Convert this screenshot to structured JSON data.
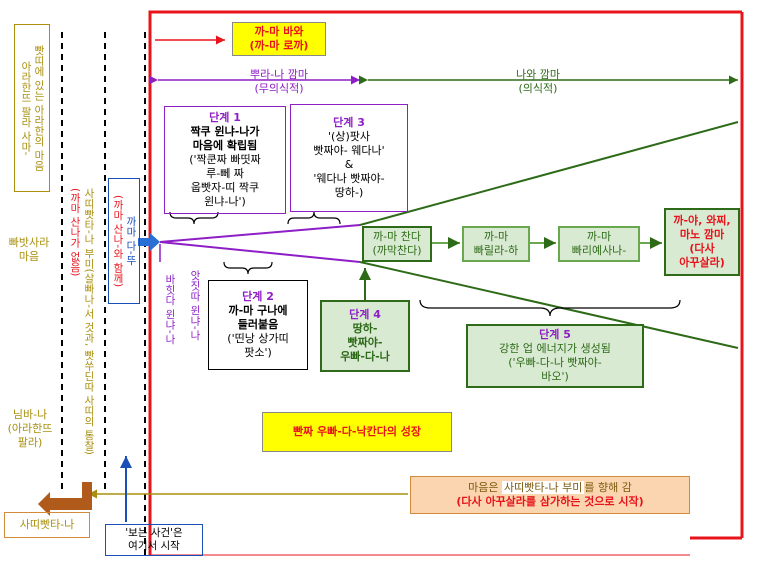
{
  "left_region": {
    "top_vertical": [
      "아라한뜨 팔라 사마-",
      "빳띠에 있는 아라한의 마음"
    ],
    "middle_label": "빠밧사라\n마음",
    "bottom_label": "님바-나\n(아라한뜨\n팔라)",
    "sati_vertical_main": "사띠빳타-나 부미(살빠나-서 것과, 빳쑤딘따 사띠의 통찰)",
    "sati_vertical_sub": "(까마 산나가 없음)",
    "kamma_dukkha_vertical": "까마 다-뚜",
    "kamma_dukkha_sub": "(까마 산나-와 함께)",
    "satipatthana_box": "사띠빳타-나",
    "seeing_box": "'보는 사건'은\n여기서 시작"
  },
  "top": {
    "kama_box": "까-마 바와\n(까-마 로까)",
    "puranakamma": "뿌라-나 깜마\n(무의식적)",
    "nawakamma": "나와 깜마\n(의식적)"
  },
  "stages": {
    "stage1_title": "단계 1",
    "stage1_body": "짝쿠 윈냐-나가\n마음에 확립됨",
    "stage1_note": "('짝쿤짜 빠띳짜\n루-뻬 짜\n웁빳자-띠 짝쿠\n윈냐-나')",
    "stage2_title": "단계 2",
    "stage2_body": "까-마 구나에\n들러붙음",
    "stage2_note": "('띤낭 상가띠\n팟소')",
    "stage3_title": "단계 3",
    "stage3_body": "'(상)팟사\n빳짜야- 웨다나'\n&\n'웨다나 빳짜야-\n땅하-)",
    "stage4_title": "단계 4",
    "stage4_body": "땅하-\n빳짜야-\n우빠-다-나",
    "stage5_title": "단계 5",
    "stage5_body": "강한 업 에너지가 생성됨\n('우빠-다-나 빳짜야-\n바오')"
  },
  "flow": {
    "kama_chanda": "까-마 찬다\n(까막찬다)",
    "kama_ragi": "까-마\n빠릴라-하",
    "kama_parilaha": "까-마\n빠리예사나-",
    "result": "까-야, 와찌,\n마노 깜마\n(다사\n아꾸살라)"
  },
  "vertical_small": {
    "v1": "바힛다 윈냐-나",
    "v2": "앗짓따 윈냐-나"
  },
  "growth_box": "빤짜 우빠-다-낙칸다의 성장",
  "bottom_note_line1a": "마음은 ",
  "bottom_note_line1b": "사띠빳타-나 부미",
  "bottom_note_line1c": "를 향해 감",
  "bottom_note_line2": "(다사 아꾸살라를 삼가하는 것으로 시작)",
  "colors": {
    "red": "#e8141c",
    "purple": "#8e1ec6",
    "green": "#2e6b18",
    "olive": "#a98f0d",
    "orange_fill": "#fbd5b0",
    "yellow_fill": "#ffff00",
    "blue": "#1a4fb8"
  }
}
